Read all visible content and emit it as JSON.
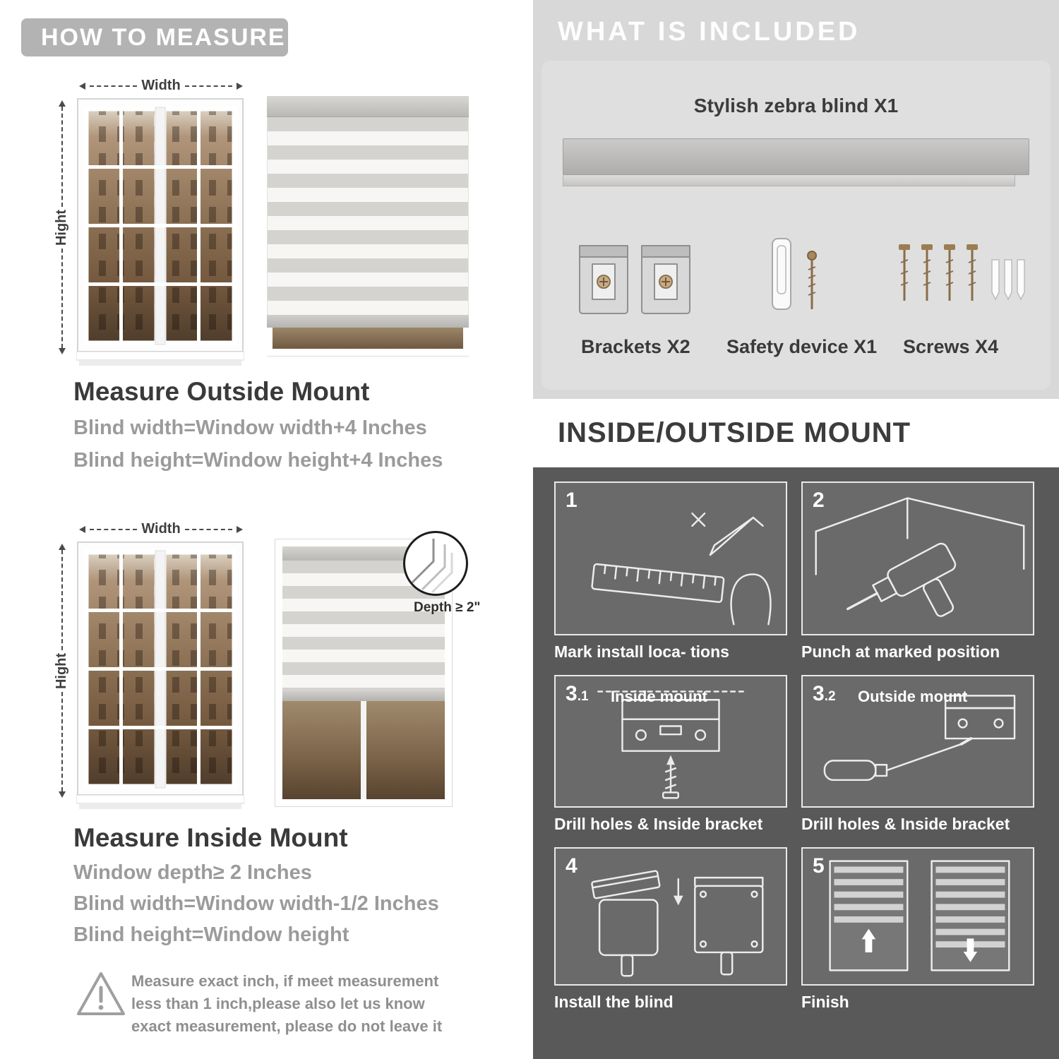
{
  "left": {
    "header": "HOW TO MEASURE",
    "outside": {
      "width_label": "Width",
      "height_label": "Hight",
      "title": "Measure Outside Mount",
      "lines": [
        "Blind width=Window width+4 Inches",
        "Blind height=Window height+4 Inches"
      ]
    },
    "inside": {
      "width_label": "Width",
      "height_label": "Hight",
      "depth_label": "Depth ≥ 2\"",
      "title": "Measure Inside Mount",
      "lines": [
        "Window depth≥ 2 Inches",
        "Blind width=Window width-1/2 Inches",
        "Blind height=Window height"
      ]
    },
    "note": "Measure exact inch, if meet measurement less than 1 inch,please also let us know exact measurement, please do not leave it"
  },
  "included": {
    "header": "WHAT IS INCLUDED",
    "blind_label": "Stylish zebra blind X1",
    "items": [
      {
        "name": "brackets",
        "label": "Brackets X2"
      },
      {
        "name": "safety-device",
        "label": "Safety device X1"
      },
      {
        "name": "screws",
        "label": "Screws X4"
      }
    ]
  },
  "mount": {
    "header": "INSIDE/OUTSIDE MOUNT",
    "steps": [
      {
        "num": "1",
        "sub": "",
        "inner_label": "",
        "caption": "Mark install loca- tions"
      },
      {
        "num": "2",
        "sub": "",
        "inner_label": "",
        "caption": "Punch at  marked position"
      },
      {
        "num": "3",
        "sub": ".1",
        "inner_label": "Inside mount",
        "caption": "Drill holes &  Inside bracket"
      },
      {
        "num": "3",
        "sub": ".2",
        "inner_label": "Outside mount",
        "caption": "Drill holes &  Inside bracket"
      },
      {
        "num": "4",
        "sub": "",
        "inner_label": "",
        "caption": "Install the blind"
      },
      {
        "num": "5",
        "sub": "",
        "inner_label": "",
        "caption": "Finish"
      }
    ]
  },
  "colors": {
    "banner_gray": "#b3b3b3",
    "light_section": "#d8d8d8",
    "dark_section": "#595959",
    "heading_dark": "#3a3a3a",
    "body_gray": "#9b9b9b"
  }
}
